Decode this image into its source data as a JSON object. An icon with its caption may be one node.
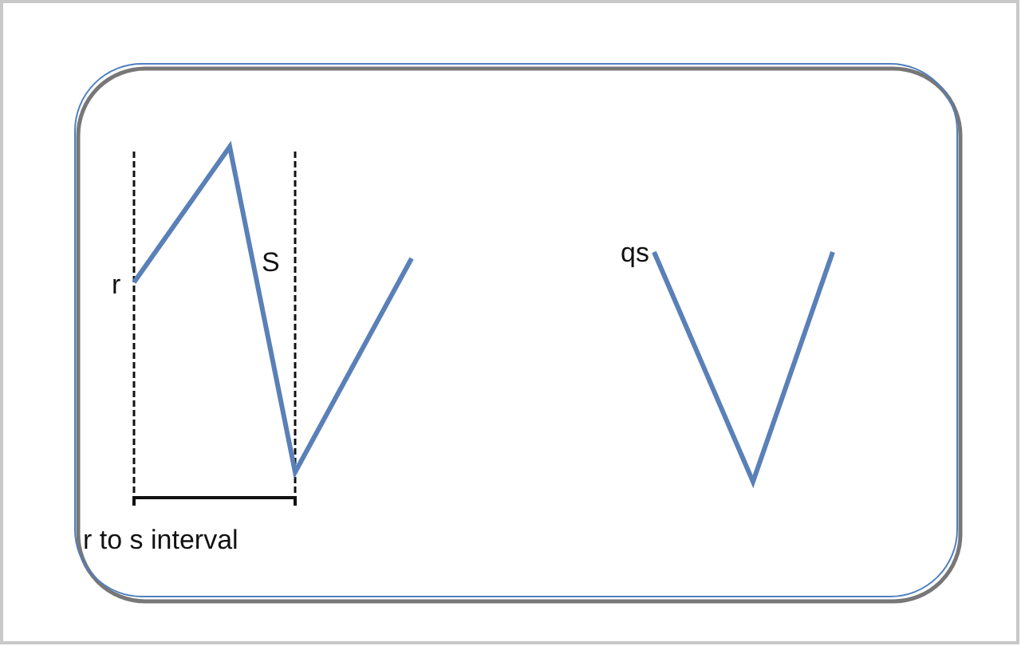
{
  "diagram": {
    "labels": [
      "r",
      "S",
      "qs",
      "r to s interval"
    ]
  }
}
